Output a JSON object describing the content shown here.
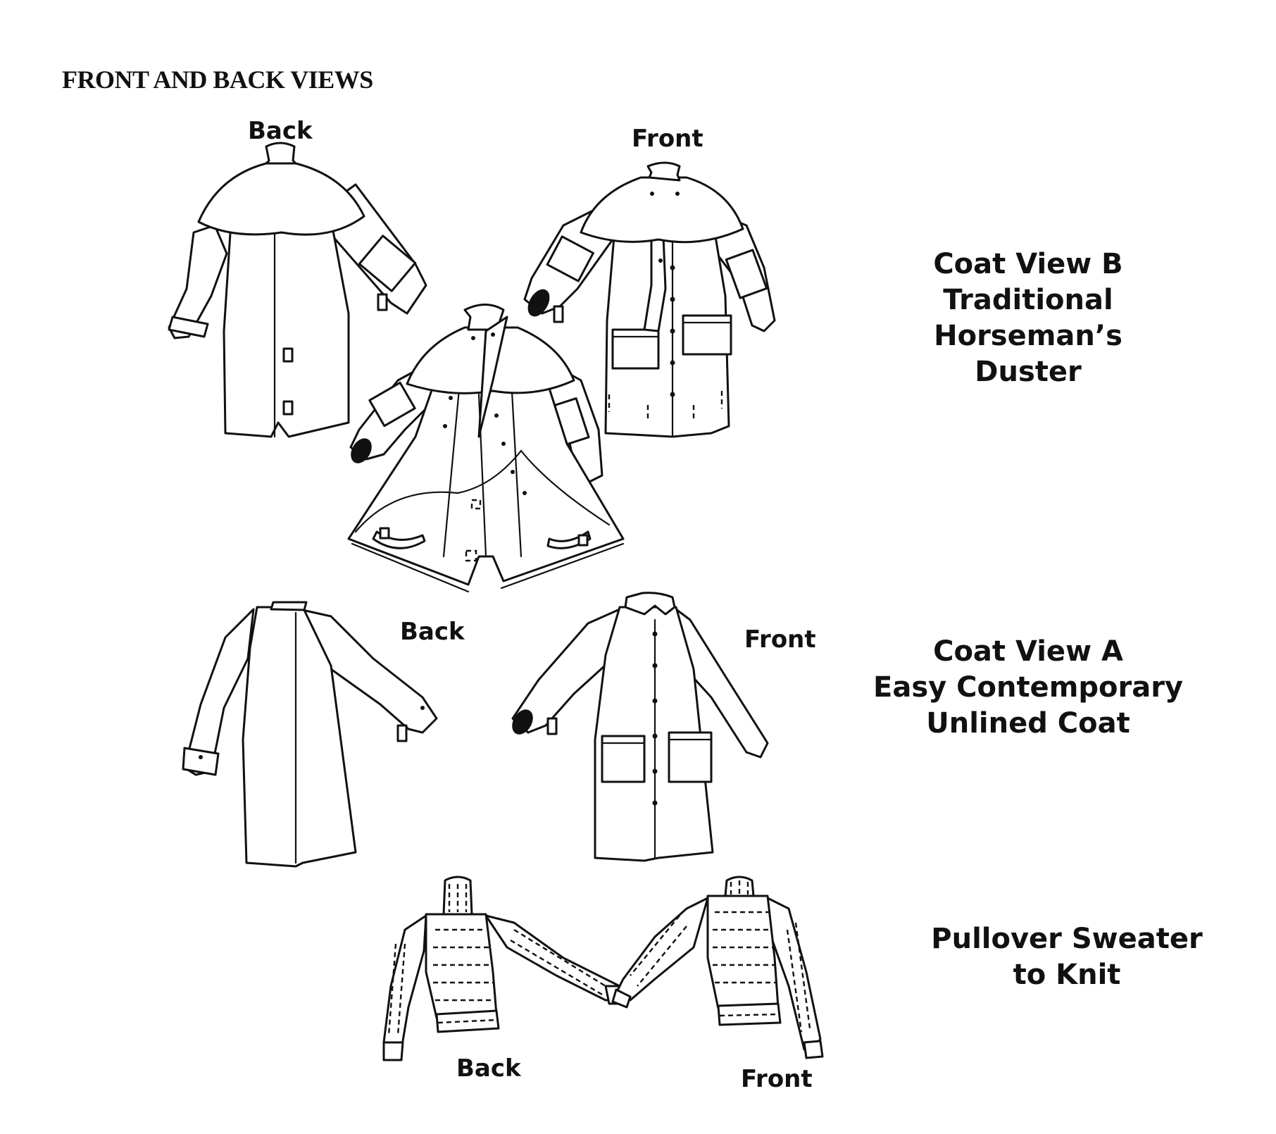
{
  "header": {
    "title": "FRONT AND BACK VIEWS"
  },
  "labels": {
    "duster_back": "Back",
    "duster_front": "Front",
    "coat_a_back": "Back",
    "coat_a_front": "Front",
    "sweater_back": "Back",
    "sweater_front": "Front"
  },
  "captions": {
    "coat_view_b": [
      "Coat View B",
      "Traditional Horseman’s",
      "Duster"
    ],
    "coat_view_a": [
      "Coat View A",
      "Easy Contemporary",
      "Unlined Coat"
    ],
    "sweater": [
      "Pullover Sweater",
      "to Knit"
    ]
  },
  "colors": {
    "ink": "#111111",
    "paper": "#ffffff"
  }
}
